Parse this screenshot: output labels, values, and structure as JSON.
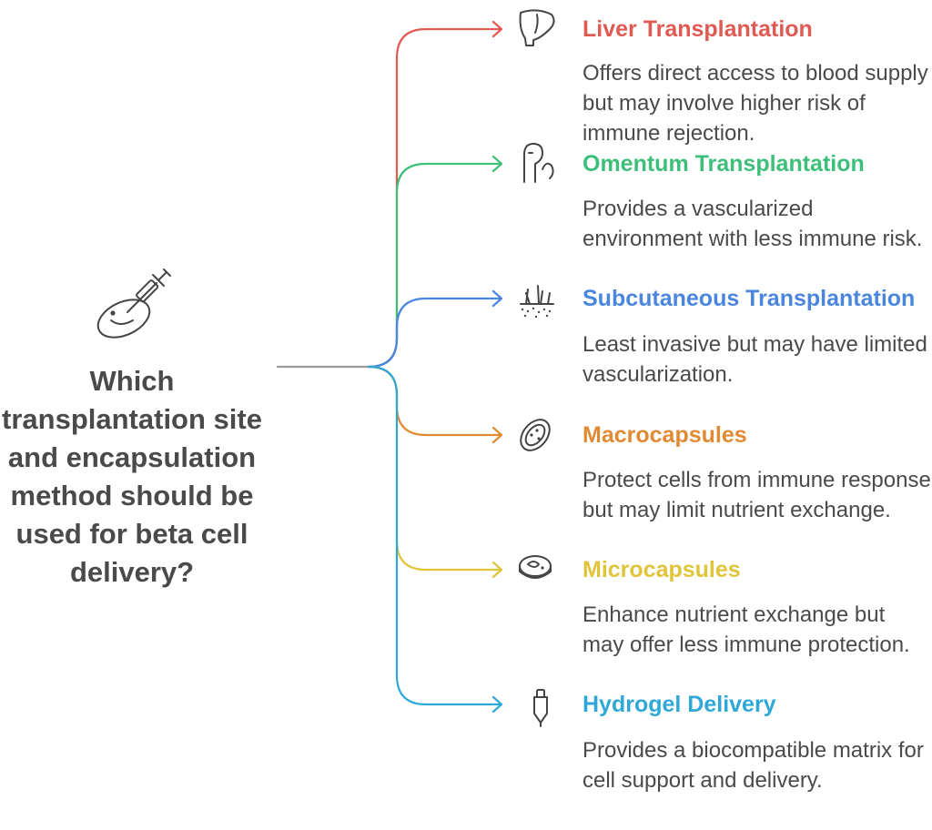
{
  "question": "Which transplantation site and encapsulation method should be used for beta cell delivery?",
  "center_icon": "syringe-petri-dish-icon",
  "options": [
    {
      "title": "Liver Transplantation",
      "description": "Offers direct access to blood supply but may involve higher risk of immune rejection.",
      "color": "#e05a54",
      "icon": "liver-icon"
    },
    {
      "title": "Omentum Transplantation",
      "description": "Provides a vascularized environment with less immune risk.",
      "color": "#3dbf7a",
      "icon": "omentum-icon"
    },
    {
      "title": "Subcutaneous Transplantation",
      "description": "Least invasive but may have limited vascularization.",
      "color": "#4a86de",
      "icon": "skin-layer-icon"
    },
    {
      "title": "Macrocapsules",
      "description": "Protect cells from immune response but may limit nutrient exchange.",
      "color": "#e08a34",
      "icon": "macrocapsule-icon"
    },
    {
      "title": "Microcapsules",
      "description": "Enhance nutrient exchange but may offer less immune protection.",
      "color": "#e0c43a",
      "icon": "microcapsule-icon"
    },
    {
      "title": "Hydrogel Delivery",
      "description": "Provides a biocompatible matrix for cell support and delivery.",
      "color": "#2fa8d8",
      "icon": "hydrogel-icon"
    }
  ]
}
